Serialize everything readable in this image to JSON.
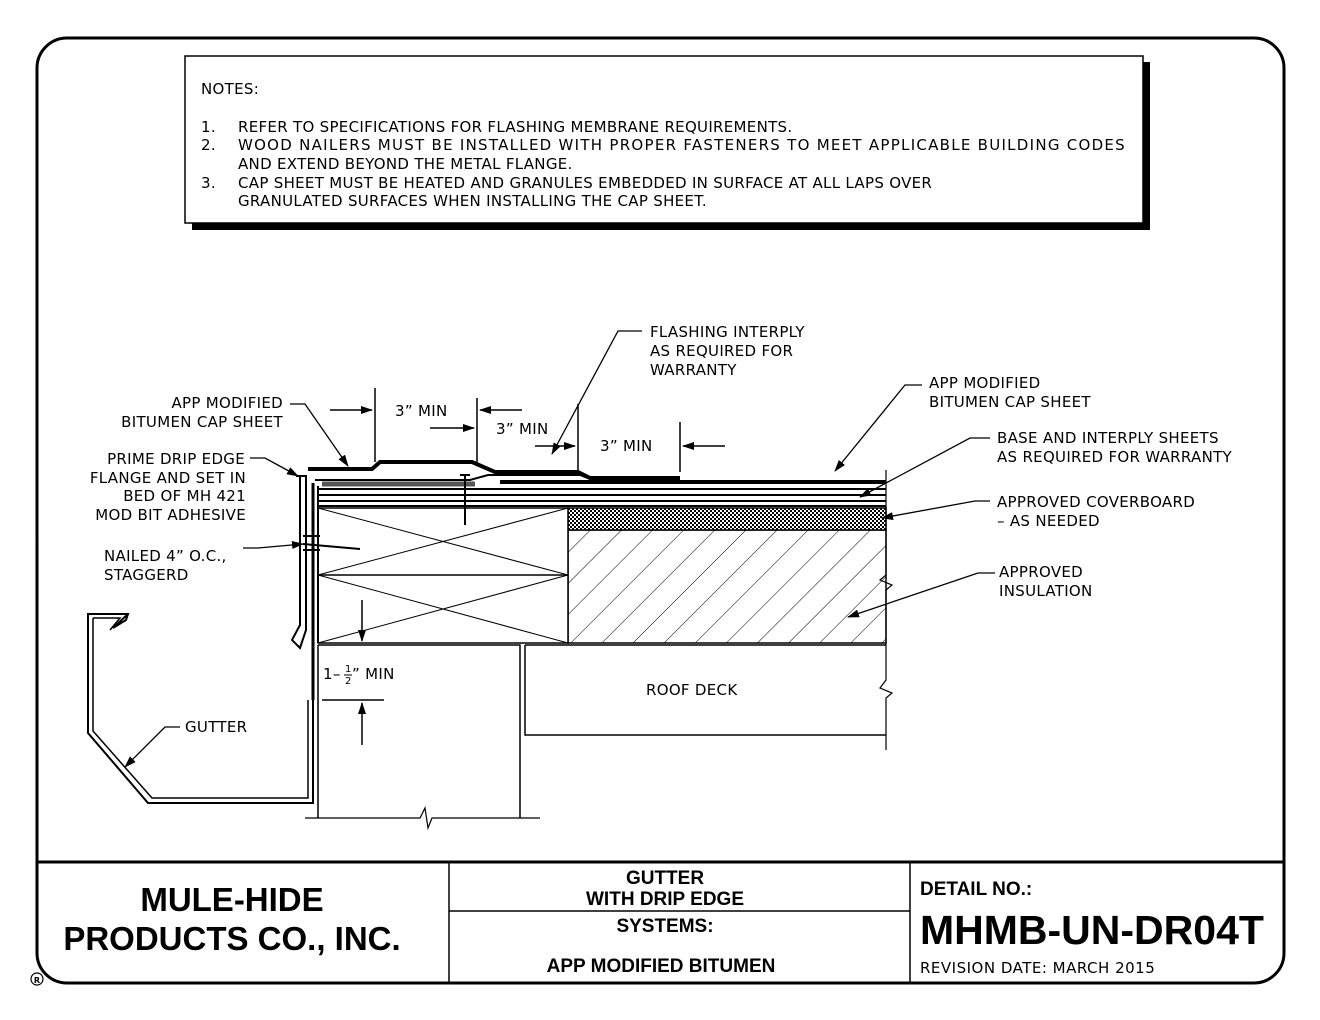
{
  "notes": {
    "heading": "NOTES:",
    "items": [
      {
        "num": "1.",
        "lines": [
          "REFER TO SPECIFICATIONS FOR FLASHING MEMBRANE REQUIREMENTS."
        ]
      },
      {
        "num": "2.",
        "lines": [
          "WOOD NAILERS MUST BE INSTALLED WITH PROPER FASTENERS TO MEET APPLICABLE BUILDING CODES",
          "AND EXTEND BEYOND THE METAL FLANGE."
        ]
      },
      {
        "num": "3.",
        "lines": [
          "CAP SHEET MUST BE HEATED AND GRANULES EMBEDDED IN SURFACE AT ALL LAPS OVER",
          "GRANULATED SURFACES WHEN INSTALLING THE CAP SHEET."
        ]
      }
    ]
  },
  "labels": {
    "cap_sheet_left": [
      "APP MODIFIED",
      "BITUMEN CAP SHEET"
    ],
    "prime_drip_edge": [
      "PRIME DRIP EDGE",
      "FLANGE AND SET IN",
      "BED OF MH 421",
      "MOD BIT ADHESIVE"
    ],
    "nailed": [
      "NAILED 4” O.C.,",
      "STAGGERD"
    ],
    "gutter": "GUTTER",
    "flashing_interply": [
      "FLASHING INTERPLY",
      "AS REQUIRED FOR",
      "WARRANTY"
    ],
    "cap_sheet_right": [
      "APP MODIFIED",
      "BITUMEN CAP SHEET"
    ],
    "base_interply": [
      "BASE AND INTERPLY SHEETS",
      "AS REQUIRED FOR WARRANTY"
    ],
    "coverboard": [
      "APPROVED COVERBOARD",
      "– AS NEEDED"
    ],
    "insulation": [
      "APPROVED",
      "INSULATION"
    ],
    "roof_deck": "ROOF DECK",
    "dim_3min_a": "3” MIN",
    "dim_3min_b": "3” MIN",
    "dim_3min_c": "3” MIN",
    "dim_1half_prefix": "1–",
    "dim_1half_num": "1",
    "dim_1half_den": "2",
    "dim_1half_suffix": "” MIN"
  },
  "title_block": {
    "company_line1": "MULE-HIDE",
    "company_line2": "PRODUCTS CO., INC.",
    "title_line1": "GUTTER",
    "title_line2": "WITH DRIP EDGE",
    "systems_label": "SYSTEMS:",
    "systems_value": "APP MODIFIED BITUMEN",
    "detail_label": "DETAIL NO.:",
    "detail_number": "MHMB-UN-DR04T",
    "revision": "REVISION DATE: MARCH 2015",
    "registered_mark": "R"
  }
}
